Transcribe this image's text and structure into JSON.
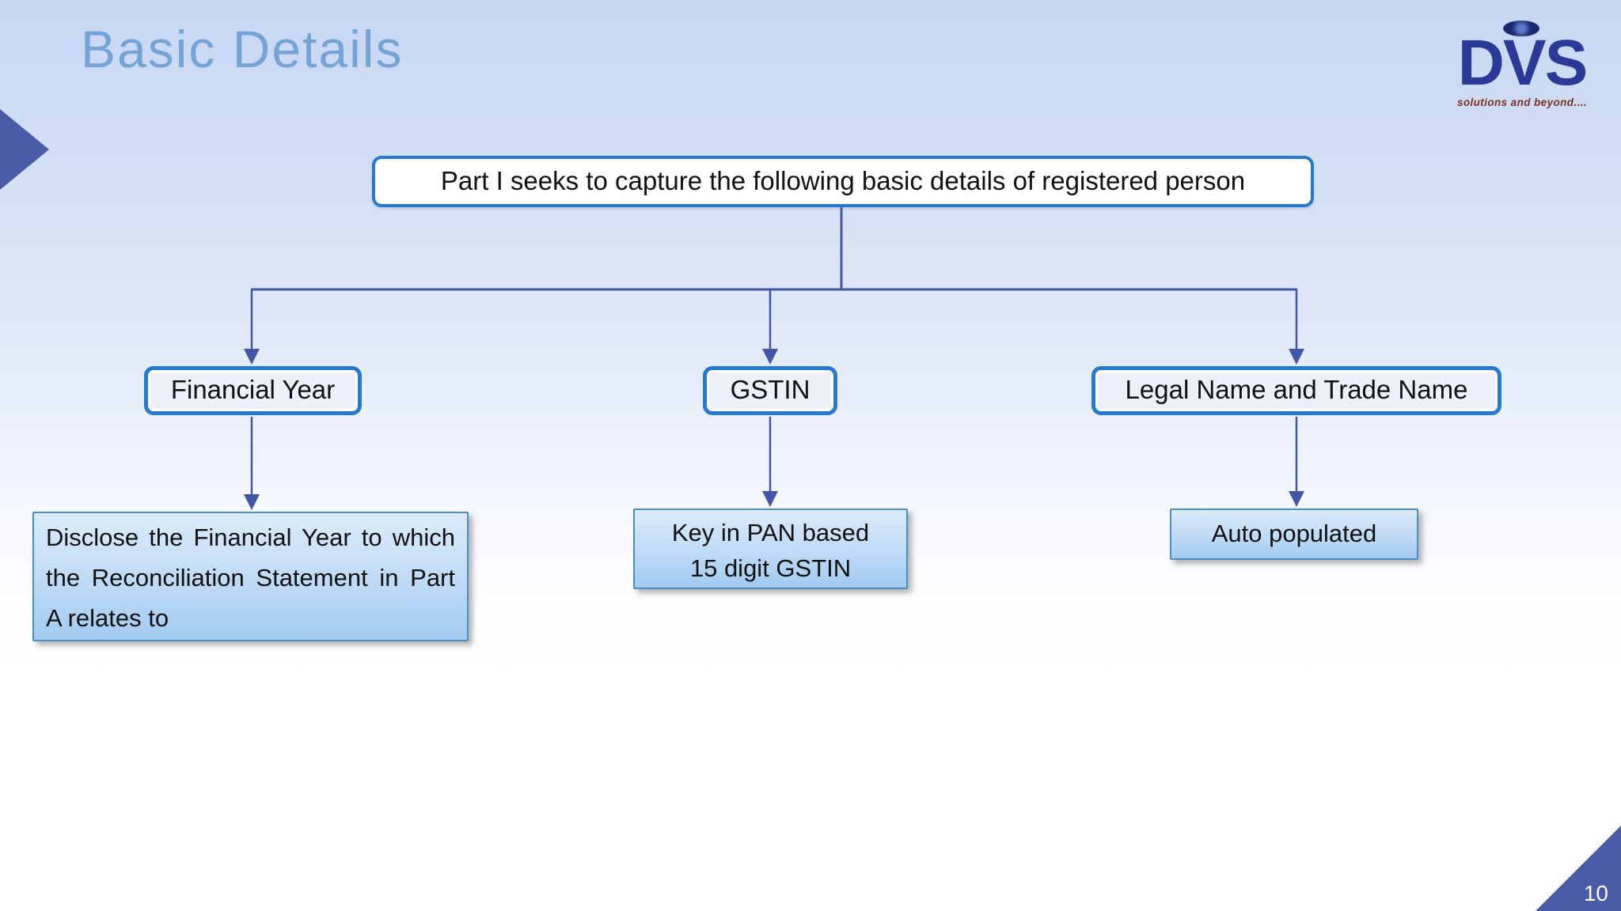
{
  "slide": {
    "title": "Basic Details"
  },
  "logo": {
    "text": "DVS",
    "tagline": "solutions and beyond....",
    "eye_icon": "eye-icon"
  },
  "diagram": {
    "root_label": "Part I seeks to capture the following basic details of registered person",
    "branches": [
      {
        "label": "Financial Year",
        "detail": "Disclose the Financial Year to which the Reconciliation Statement in Part A relates to"
      },
      {
        "label": "GSTIN",
        "detail": "Key in PAN based\n15 digit GSTIN"
      },
      {
        "label": "Legal Name and Trade Name",
        "detail": "Auto populated"
      }
    ]
  },
  "footer": {
    "page_number": "10"
  },
  "colors": {
    "box_border_blue": "#2779d0",
    "connector_blue": "#4156a5",
    "corner_navy": "#4a5ca8",
    "title_blue": "#74a4d6",
    "logo_navy": "#2b3a96",
    "tagline_maroon": "#7c3122",
    "detail_fill_top": "#dcebfa",
    "detail_fill_bottom": "#a2cbf0",
    "label_fill": "#edf1f7",
    "background_top": "#c7d7f2",
    "background_bottom": "#ffffff"
  }
}
